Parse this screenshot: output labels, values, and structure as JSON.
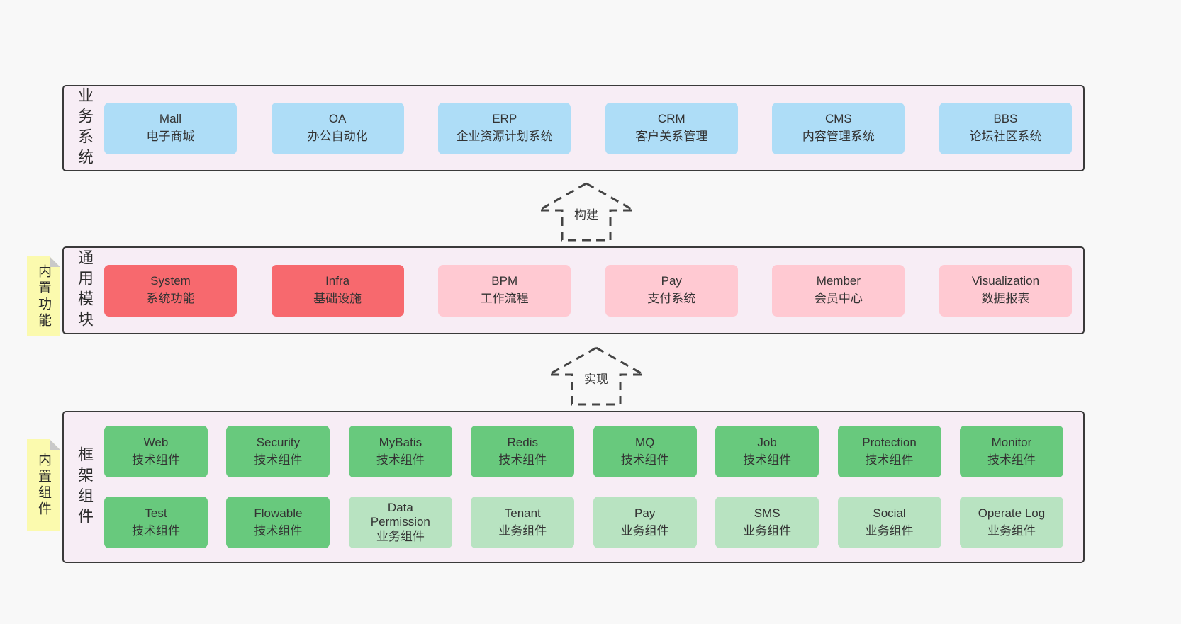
{
  "colors": {
    "page_bg": "#f8f8f8",
    "panel_bg": "#f7edf5",
    "panel_border": "#3a3a3a",
    "blue_box": "#aeddf7",
    "red_box": "#f7696e",
    "pink_box": "#ffc9d2",
    "green_box": "#68c97d",
    "light_green_box": "#b8e3c1",
    "sticky_yellow": "#fbfaae",
    "sticky_fold": "#c9c9c9"
  },
  "arrows": [
    {
      "label": "构建"
    },
    {
      "label": "实现"
    }
  ],
  "layers": [
    {
      "label": "业务系统",
      "boxes": [
        {
          "name": "Mall",
          "desc": "电子商城"
        },
        {
          "name": "OA",
          "desc": "办公自动化"
        },
        {
          "name": "ERP",
          "desc": "企业资源计划系统"
        },
        {
          "name": "CRM",
          "desc": "客户关系管理"
        },
        {
          "name": "CMS",
          "desc": "内容管理系统"
        },
        {
          "name": "BBS",
          "desc": "论坛社区系统"
        }
      ]
    },
    {
      "label": "通用模块",
      "sticky": "内置功能",
      "boxes": [
        {
          "name": "System",
          "desc": "系统功能"
        },
        {
          "name": "Infra",
          "desc": "基础设施"
        },
        {
          "name": "BPM",
          "desc": "工作流程"
        },
        {
          "name": "Pay",
          "desc": "支付系统"
        },
        {
          "name": "Member",
          "desc": "会员中心"
        },
        {
          "name": "Visualization",
          "desc": "数据报表"
        }
      ]
    },
    {
      "label": "框架组件",
      "sticky": "内置组件",
      "row1": [
        {
          "name": "Web",
          "desc": "技术组件"
        },
        {
          "name": "Security",
          "desc": "技术组件"
        },
        {
          "name": "MyBatis",
          "desc": "技术组件"
        },
        {
          "name": "Redis",
          "desc": "技术组件"
        },
        {
          "name": "MQ",
          "desc": "技术组件"
        },
        {
          "name": "Job",
          "desc": "技术组件"
        },
        {
          "name": "Protection",
          "desc": "技术组件"
        },
        {
          "name": "Monitor",
          "desc": "技术组件"
        }
      ],
      "row2": [
        {
          "name": "Test",
          "desc": "技术组件"
        },
        {
          "name": "Flowable",
          "desc": "技术组件"
        },
        {
          "name": "Data Permission",
          "desc": "业务组件"
        },
        {
          "name": "Tenant",
          "desc": "业务组件"
        },
        {
          "name": "Pay",
          "desc": "业务组件"
        },
        {
          "name": "SMS",
          "desc": "业务组件"
        },
        {
          "name": "Social",
          "desc": "业务组件"
        },
        {
          "name": "Operate Log",
          "desc": "业务组件"
        }
      ]
    }
  ]
}
